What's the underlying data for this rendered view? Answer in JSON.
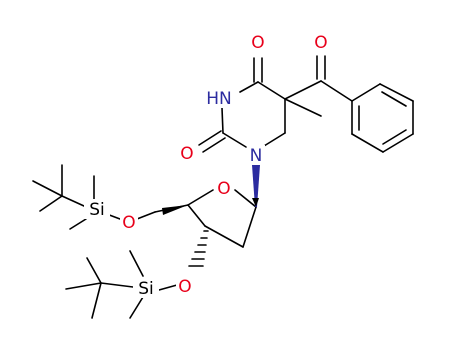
{
  "molecule": {
    "atom_labels": {
      "o_ketone": "O",
      "o_c4": "O",
      "n3h": "HN",
      "o_c2": "O",
      "n1": "N",
      "o_ring": "O",
      "si_top": "Si",
      "o_top": "O",
      "si_bottom": "Si",
      "o_bottom": "O"
    },
    "colors": {
      "bond": "#000000",
      "carbon": "#000000",
      "oxygen": "#e8001a",
      "nitrogen": "#2c2ca0",
      "silicon": "#000000"
    }
  }
}
